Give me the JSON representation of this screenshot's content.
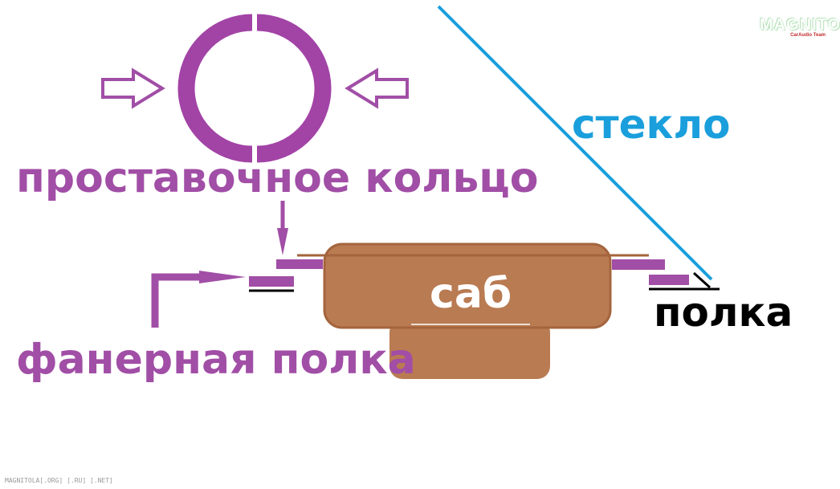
{
  "colors": {
    "purple": "#a14ea6",
    "ring_purple": "#a243a6",
    "brown": "#b97b52",
    "brown_stroke": "#a4643d",
    "blue": "#1a9fdc",
    "black": "#000000",
    "logo_red": "#c22e2e"
  },
  "labels": {
    "ring": "проставочное кольцо",
    "plywood_shelf": "фанерная полка",
    "glass": "стекло",
    "shelf": "полка",
    "sub": "саб"
  },
  "logo": {
    "main": "MAGNITOLA",
    "sub": "CarAudio Team"
  },
  "watermark": "MAGNITOLA[.ORG] [.RU] [.NET]",
  "icons": [
    "spacer-ring-icon",
    "arrow-right-icon",
    "arrow-left-icon",
    "arrow-down-icon",
    "elbow-arrow-icon"
  ]
}
